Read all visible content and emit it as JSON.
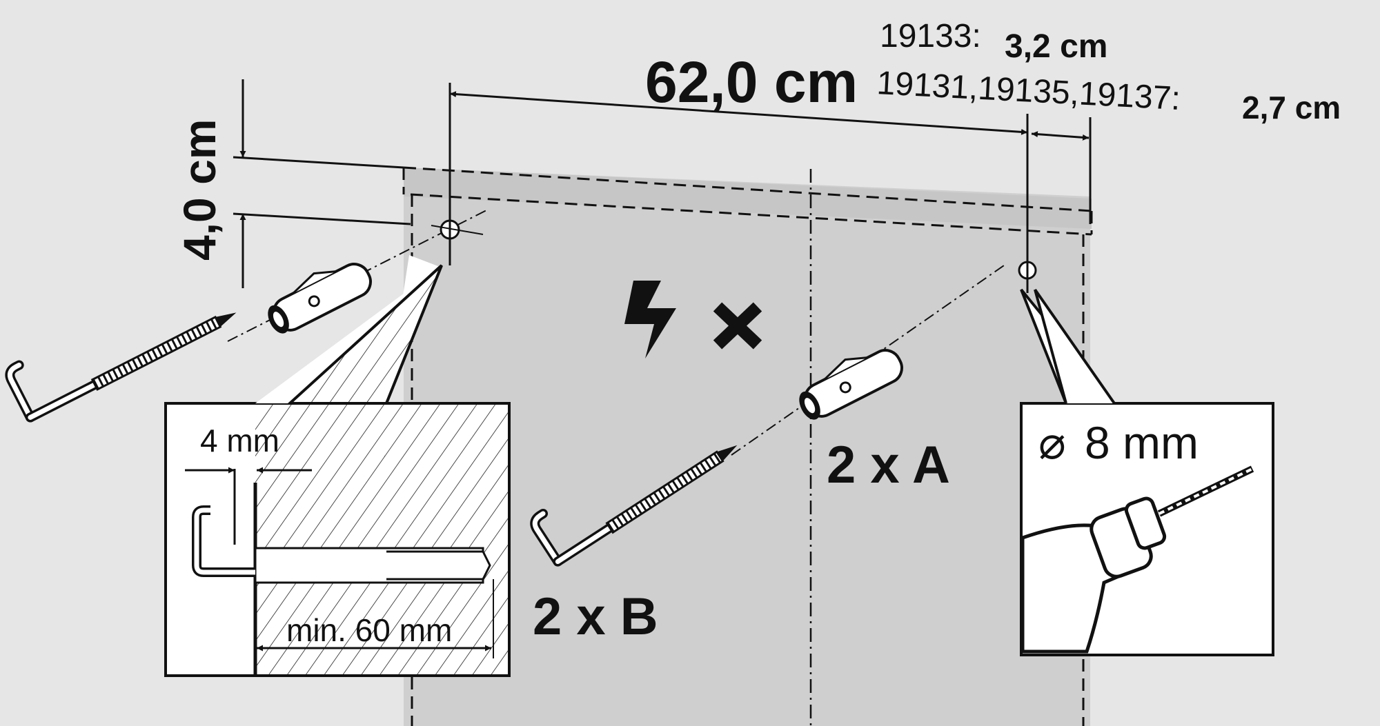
{
  "colors": {
    "background": "#e6e6e6",
    "wall_panel": "#cfcfcf",
    "ink": "#111111",
    "inset_fill": "#ffffff"
  },
  "dimensions": {
    "hole_spacing": "62,0 cm",
    "vertical_offset": "4,0 cm",
    "offset_model_1_code": "19133:",
    "offset_model_1_value": "3,2 cm",
    "offset_model_2_code": "19131,19135,19137:",
    "offset_model_2_value": "2,7 cm"
  },
  "icons": {
    "no_electric_cables": "lightning-bolt-icon",
    "prohibited": "cross-icon",
    "drill": "power-drill-icon",
    "diameter": "diameter-symbol"
  },
  "parts": {
    "quantity_a": "2 x A",
    "quantity_b": "2 x B"
  },
  "inset_wall": {
    "gap": "4 mm",
    "depth": "min. 60 mm"
  },
  "inset_drill": {
    "symbol": "⌀",
    "diameter": "8 mm"
  }
}
